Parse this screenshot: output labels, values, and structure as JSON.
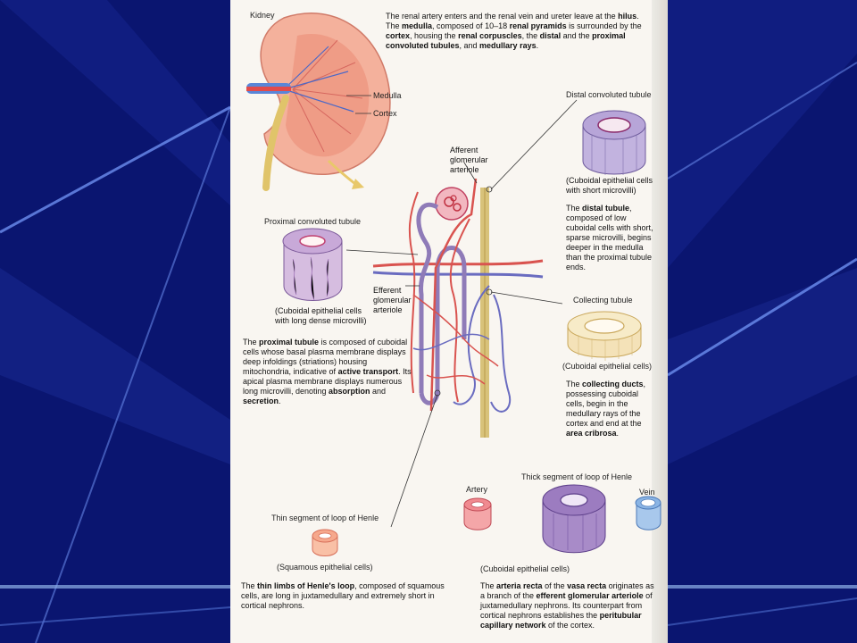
{
  "labels": {
    "kidney": "Kidney",
    "medulla": "Medulla",
    "cortex": "Cortex",
    "distal_tubule": "Distal convoluted tubule",
    "distal_cells": "(Cuboidal epithelial cells with short microvilli)",
    "afferent": "Afferent glomerular arteriole",
    "proximal_tubule": "Proximal convoluted tubule",
    "proximal_cells": "(Cuboidal epithelial cells with long dense microvilli)",
    "efferent": "Efferent glomerular arteriole",
    "collecting_tubule": "Collecting tubule",
    "collecting_cells": "(Cuboidal epithelial cells)",
    "thick_loop": "Thick segment of loop of Henle",
    "artery": "Artery",
    "vein": "Vein",
    "thin_loop": "Thin segment of loop of Henle",
    "squamous_cells": "(Squamous epithelial cells)",
    "cuboidal_cells": "(Cuboidal epithelial cells)"
  },
  "texts": {
    "hilus": {
      "p1": "The renal artery enters and the renal vein and ureter leave at the ",
      "b1": "hilus",
      "p2": ". The ",
      "b2": "medulla",
      "p3": ", composed of 10–18 ",
      "b3": "renal pyramids",
      "p4": " is surrounded by the ",
      "b4": "cortex",
      "p5": ", housing the ",
      "b5": "renal corpuscles",
      "p6": ", the ",
      "b6": "distal",
      "p7": " and the ",
      "b7": "proximal convoluted tubules",
      "p8": ", and ",
      "b8": "medullary rays",
      "p9": "."
    },
    "distal": {
      "p1": "The ",
      "b1": "distal tubule",
      "p2": ", composed of low cuboidal cells with short, sparse microvilli, begins deeper in the medulla than the proximal tubule ends."
    },
    "proximal": {
      "p1": "The ",
      "b1": "proximal tubule",
      "p2": " is composed of cuboidal cells whose basal plasma membrane displays deep infoldings (striations) housing mitochondria, indicative of ",
      "b2": "active transport",
      "p3": ". Its apical plasma membrane displays numerous long microvilli, denoting ",
      "b3": "absorption",
      "p4": " and ",
      "b4": "secretion",
      "p5": "."
    },
    "collecting": {
      "p1": "The ",
      "b1": "collecting ducts",
      "p2": ", possessing cuboidal cells, begin in the medullary rays of the cortex and end at the ",
      "b2": "area cribrosa",
      "p3": "."
    },
    "thin": {
      "p1": "The ",
      "b1": "thin limbs of Henle's loop",
      "p2": ", composed of squamous cells, are long in juxtamedullary and extremely short in cortical nephrons."
    },
    "arteria": {
      "p1": "The ",
      "b1": "arteria recta",
      "p2": " of the ",
      "b2": "vasa recta",
      "p3": " originates as a branch of the ",
      "b3": "efferent glomerular arteriole",
      "p4": " of juxtamedullary nephrons. Its counterpart from cortical nephrons establishes the ",
      "b4": "peritubular capillary network",
      "p5": " of the cortex."
    }
  },
  "colors": {
    "background": "#0a1570",
    "page": "#f9f6f1",
    "artery": "#d9534f",
    "vein": "#6a6cc0",
    "tubule": "#8f7bb8",
    "duct": "#d8c27a",
    "kidney": "#f0a48c"
  }
}
